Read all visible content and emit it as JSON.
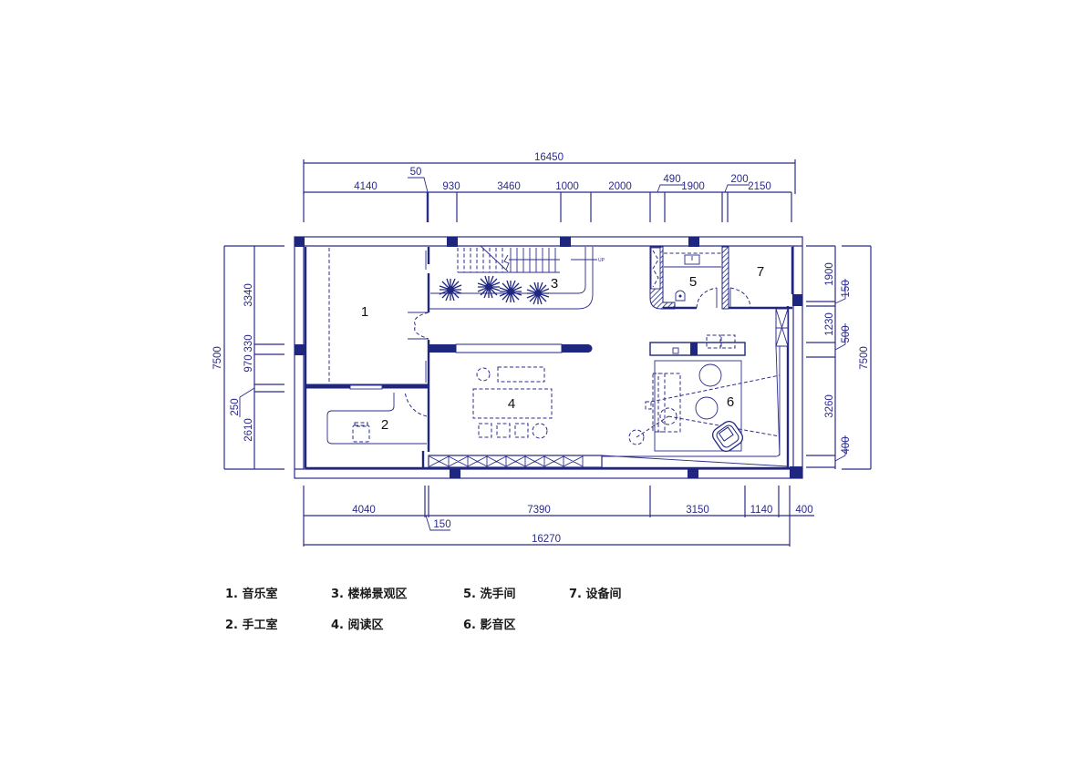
{
  "colors": {
    "line": "#2b2b8c",
    "wall": "#1f2680",
    "text": "#111111",
    "background": "#ffffff"
  },
  "dimensions": {
    "top_total": "16450",
    "top": [
      "4140",
      "50",
      "930",
      "3460",
      "1000",
      "2000",
      "490",
      "1900",
      "200",
      "2150"
    ],
    "bottom_total": "16270",
    "bottom": [
      "4040",
      "150",
      "7390",
      "3150",
      "1140",
      "400"
    ],
    "left_total": "7500",
    "left": [
      "3340",
      "970",
      "330",
      "250",
      "2610"
    ],
    "right_total": "7500",
    "right": [
      "1900",
      "150",
      "1230",
      "500",
      "3260",
      "400"
    ]
  },
  "rooms": [
    {
      "number": "1",
      "name": "音乐室"
    },
    {
      "number": "2",
      "name": "手工室"
    },
    {
      "number": "3",
      "name": "楼梯景观区"
    },
    {
      "number": "4",
      "name": "阅读区"
    },
    {
      "number": "5",
      "name": "洗手间"
    },
    {
      "number": "6",
      "name": "影音区"
    },
    {
      "number": "7",
      "name": "设备间"
    }
  ],
  "stair_label": "UP",
  "legend": [
    {
      "label": "1. 音乐室"
    },
    {
      "label": "3. 楼梯景观区"
    },
    {
      "label": "5. 洗手间"
    },
    {
      "label": "7. 设备间"
    },
    {
      "label": "2. 手工室"
    },
    {
      "label": "4. 阅读区"
    },
    {
      "label": "6. 影音区"
    }
  ]
}
